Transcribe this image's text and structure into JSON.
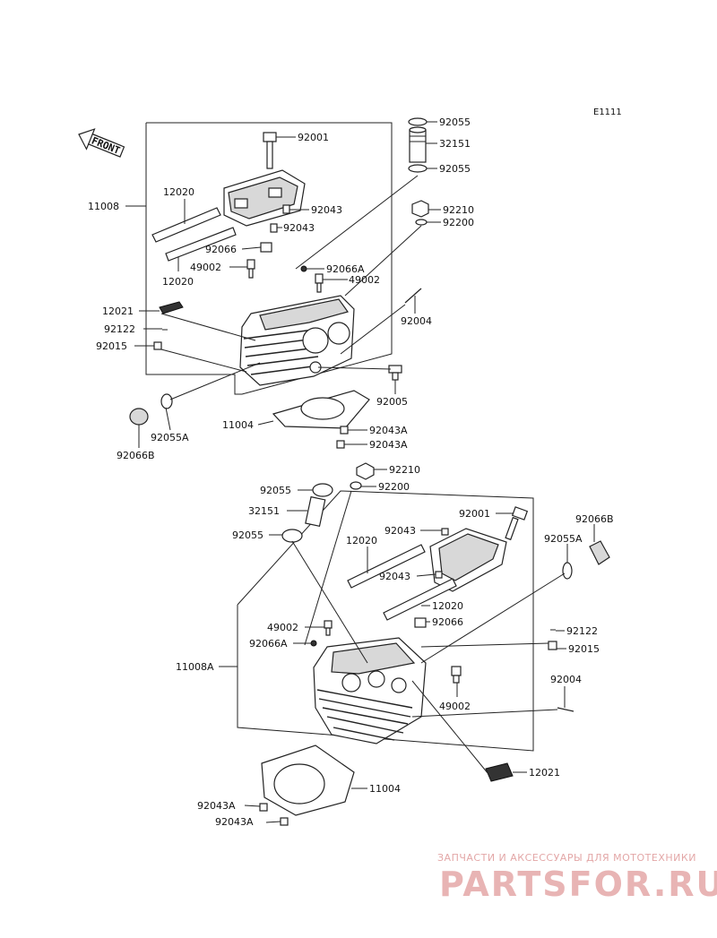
{
  "diagram_code": "E1111",
  "front_label": "FRONT",
  "watermark": {
    "tagline": "ЗАПЧАСТИ И АКСЕССУАРЫ ДЛЯ МОТОТЕХНИКИ",
    "brand": "PARTSFOR.RU"
  },
  "labels": {
    "l_92055_a": "92055",
    "l_32151_a": "32151",
    "l_92055_b": "92055",
    "l_92001_a": "92001",
    "l_11008": "11008",
    "l_12020_a": "12020",
    "l_92043_a": "92043",
    "l_92043_b": "92043",
    "l_92210_a": "92210",
    "l_92200_a": "92200",
    "l_92066_a": "92066",
    "l_49002_a": "49002",
    "l_12020_b": "12020",
    "l_92066A_a": "92066A",
    "l_49002_b": "49002",
    "l_12021_a": "12021",
    "l_92122_a": "92122",
    "l_92004_a": "92004",
    "l_92015_a": "92015",
    "l_92005": "92005",
    "l_11004_a": "11004",
    "l_92055A_a": "92055A",
    "l_92043A_a": "92043A",
    "l_92043A_b": "92043A",
    "l_92066B_a": "92066B",
    "l_92210_b": "92210",
    "l_92200_b": "92200",
    "l_92055_c": "92055",
    "l_32151_b": "32151",
    "l_92001_b": "92001",
    "l_92066B_b": "92066B",
    "l_92043_c": "92043",
    "l_92055_d": "92055",
    "l_12020_c": "12020",
    "l_92055A_b": "92055A",
    "l_92043_d": "92043",
    "l_12020_d": "12020",
    "l_49002_c": "49002",
    "l_92066_b": "92066",
    "l_92122_b": "92122",
    "l_92066A_b": "92066A",
    "l_92015_b": "92015",
    "l_11008A": "11008A",
    "l_92004_b": "92004",
    "l_49002_d": "49002",
    "l_12021_b": "12021",
    "l_11004_b": "11004",
    "l_92043A_c": "92043A",
    "l_92043A_d": "92043A"
  }
}
